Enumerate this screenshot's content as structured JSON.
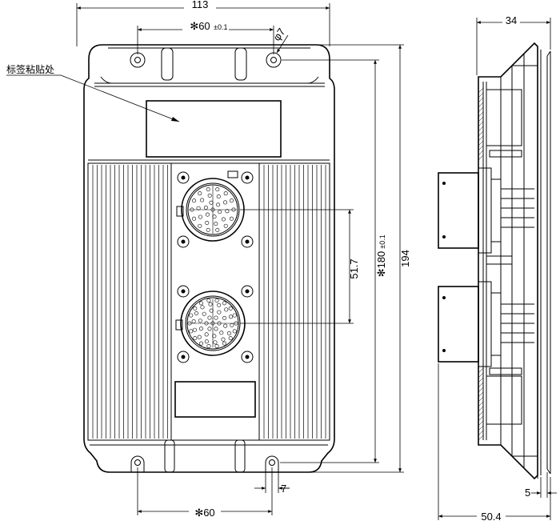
{
  "dimensions": {
    "overall_width": "113",
    "hole_spacing_top": "✻60",
    "hole_spacing_top_tol": "±0.1",
    "hole_dia": "φ7",
    "label_area": "标签粘贴处",
    "connector_spacing": "51.7",
    "hole_spacing_vertical": "✻180",
    "hole_spacing_vertical_tol": "±0.1",
    "overall_height": "194",
    "slot_offset": "7",
    "hole_spacing_bottom": "✻60",
    "side_top_width": "34",
    "side_flange_thickness": "5",
    "side_overall_depth": "50.4"
  }
}
